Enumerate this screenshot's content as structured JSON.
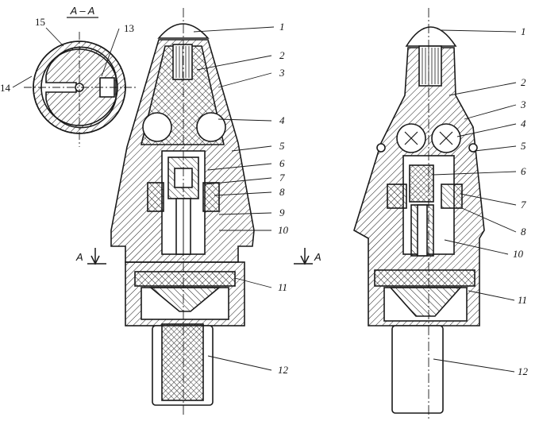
{
  "section_title": "A – A",
  "section_marks": {
    "left": "A",
    "right": "A"
  },
  "inset_labels": [
    "15",
    "13",
    "14"
  ],
  "left_labels": [
    "1",
    "2",
    "3",
    "4",
    "5",
    "6",
    "7",
    "8",
    "9",
    "10",
    "11",
    "12"
  ],
  "right_labels": [
    "1",
    "2",
    "3",
    "4",
    "5",
    "6",
    "7",
    "8",
    "10",
    "11",
    "12"
  ],
  "colors": {
    "ink": "#1a1a1a",
    "paper": "#ffffff"
  }
}
